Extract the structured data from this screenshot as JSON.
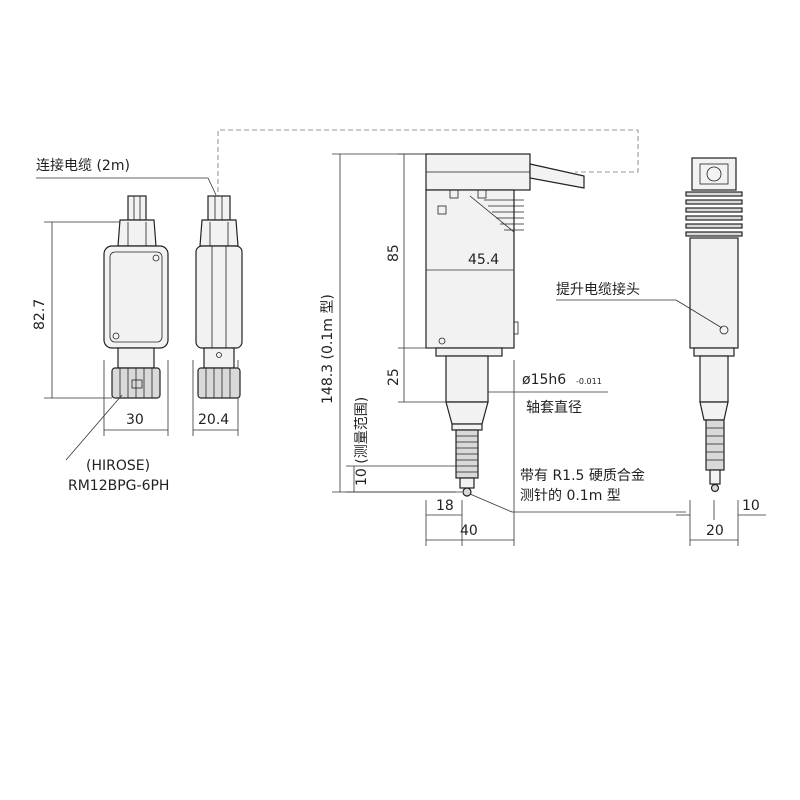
{
  "labels": {
    "cable": "连接电缆 (2m)",
    "height_left": "82.7",
    "width_30": "30",
    "width_20_4": "20.4",
    "connector_maker": "(HIROSE)",
    "connector_model": "RM12BPG-6PH",
    "total_height": "148.3 (0.1m 型)",
    "height_85": "85",
    "width_45_4": "45.4",
    "height_25": "25",
    "sleeve_dia": "ø15h6",
    "sleeve_tol": "-0.011",
    "sleeve_name": "轴套直径",
    "range_10": "10 (测量范围)",
    "width_18": "18",
    "width_40": "40",
    "carbide_line1": "带有 R1.5 硬质合金",
    "carbide_line2": "测针的 0.1m 型",
    "lifting_connector": "提升电缆接头",
    "right_10": "10",
    "right_20": "20"
  },
  "colors": {
    "line": "#222222",
    "fill_light": "#f2f2f2",
    "fill_dark": "#d9d9d9"
  }
}
